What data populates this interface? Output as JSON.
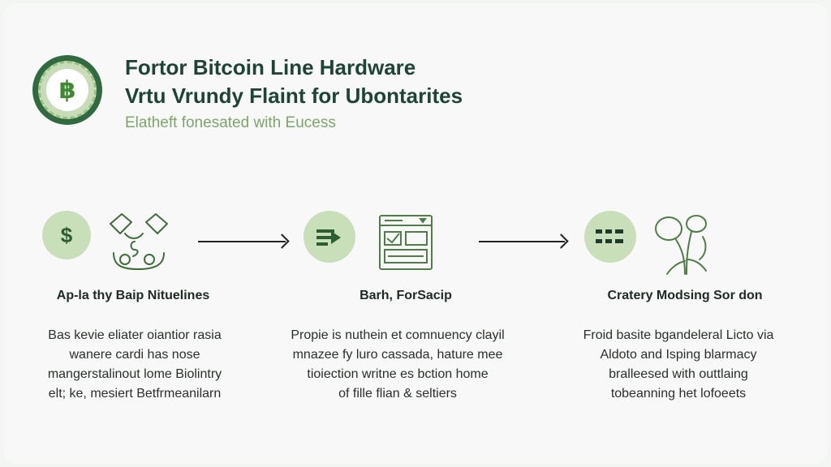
{
  "header": {
    "title_line1": "Fortor Bitcoin Line Hardware",
    "title_line2": "Vrtu Vrundy Flaint for Ubontarites",
    "subtitle": "Elatheft fonesated with Eucess"
  },
  "icons": {
    "logo": "bitcoin-coin-icon",
    "logo_glyph": "฿",
    "step1_primary": "dollar-icon",
    "step1_primary_glyph": "$",
    "step1_secondary": "handshake-icon",
    "step2_primary": "transfer-arrow-icon",
    "step2_secondary": "checklist-window-icon",
    "step3_primary": "list-lines-icon",
    "step3_secondary": "plant-growth-icon"
  },
  "colors": {
    "brand_dark": "#1d4436",
    "accent_green": "#7da56b",
    "circle_fill": "#c9dfb9",
    "logo_fill": "#2f6b3e"
  },
  "steps": [
    {
      "title": "Ap-la thy Baip Nituelines",
      "lines": [
        "Bas kevie eliater oiantior rasia",
        "wanere cardi has nose",
        "mangerstalinout lome Biolintry",
        "elt; ke, mesiert Betfrmeanilarn"
      ]
    },
    {
      "title": "Barh, ForSacip",
      "lines": [
        "Propie is nuthein et comnuency clayil",
        "mnazee fy luro cassada, hature mee",
        "tioiection writne es bction home",
        "of fille flian & seltiers"
      ]
    },
    {
      "title": "Cratery Modsing Sor don",
      "lines": [
        "Froid basite bgandeleral Licto via",
        "Aldoto and Isping blarmacy",
        "bralleesed with outtlaing",
        "tobeanning het lofoeets"
      ]
    }
  ]
}
